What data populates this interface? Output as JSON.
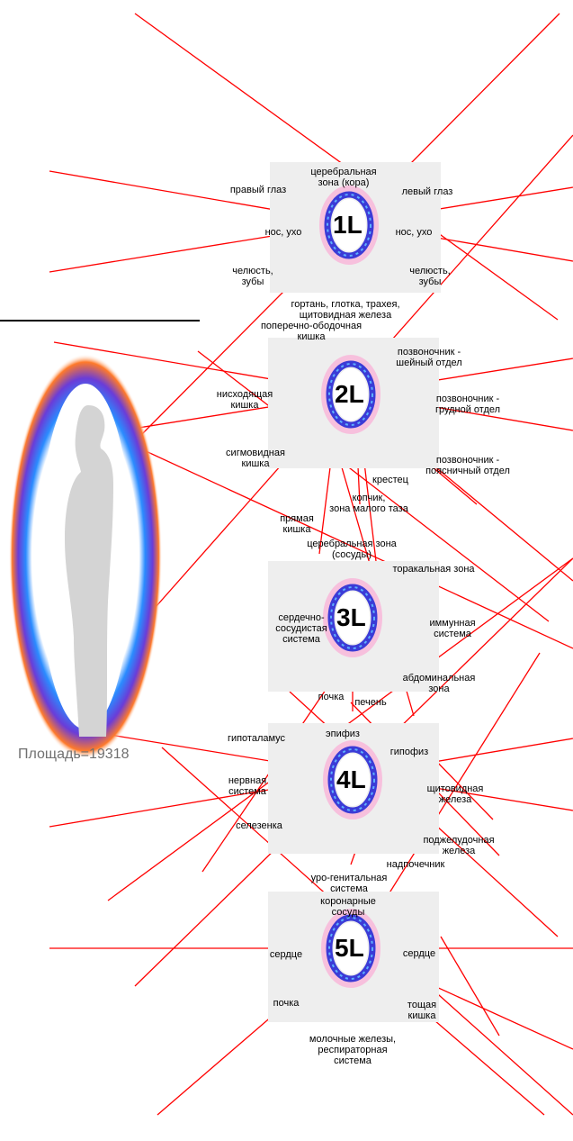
{
  "area_label": "Площадь=19318",
  "fingers": [
    {
      "id": "1L",
      "labels": {
        "top": "церебральная\nзона (кора)",
        "ul": "правый глаз",
        "ur": "левый глаз",
        "ml": "нос, ухо",
        "mr": "нос, ухо",
        "ll": "челюсть,\nзубы",
        "lr": "челюсть,\nзубы",
        "bottom": "гортань, глотка, трахея,\nщитовидная железа"
      }
    },
    {
      "id": "2L",
      "labels": {
        "top": "поперечно-ободочная\nкишка",
        "ur": "позвоночник -\nшейный отдел",
        "ml": "нисходящая\nкишка",
        "mr": "позвоночник -\nгрудной отдел",
        "ll": "сигмовидная\nкишка",
        "lr": "позвоночник -\nпоясничный отдел",
        "b1": "крестец",
        "b2": "копчик,\nзона малого таза",
        "b3": "прямая\nкишка"
      }
    },
    {
      "id": "3L",
      "labels": {
        "top": "церебральная зона\n(сосуды)",
        "ur": "торакальная зона",
        "ml": "сердечно-\nсосудистая\nсистема",
        "mr": "иммунная\nсистема",
        "lr": "абдоминальная\nзона",
        "b1": "почка",
        "b2": "печень"
      }
    },
    {
      "id": "4L",
      "labels": {
        "ul": "гипоталамус",
        "top": "эпифиз",
        "ur": "гипофиз",
        "ml": "нервная\nсистема",
        "mr": "щитовидная\nжелеза",
        "ll": "селезенка",
        "lr": "поджелудочная\nжелеза",
        "b1": "надпочечник",
        "bottom": "уро-генитальная\nсистема"
      }
    },
    {
      "id": "5L",
      "labels": {
        "top": "коронарные\nсосуды",
        "ml": "сердце",
        "mr": "сердце",
        "ll": "почка",
        "lr": "тощая\nкишка",
        "bottom": "молочные железы,\nреспираторная\nсистема"
      }
    }
  ]
}
